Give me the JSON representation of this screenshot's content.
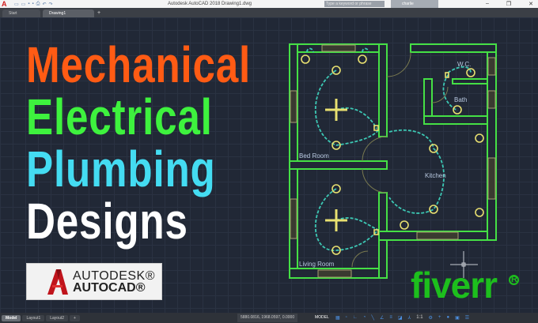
{
  "titlebar": {
    "app_logo": "A",
    "title": "Autodesk AutoCAD 2018   Drawing1.dwg",
    "search_placeholder": "Type a keyword or phrase",
    "user": "charlie",
    "minimize": "–",
    "restore": "❐",
    "close": "✕"
  },
  "tabs": [
    {
      "label": "Start"
    },
    {
      "label": "Drawing1"
    }
  ],
  "tab_add": "+",
  "headlines": [
    {
      "text": "Mechanical",
      "color": "#ff5b14"
    },
    {
      "text": "Electrical",
      "color": "#3ef23e"
    },
    {
      "text": "Plumbing",
      "color": "#44dcf2"
    },
    {
      "text": "Designs",
      "color": "#ffffff"
    }
  ],
  "brand": {
    "line1": "AUTODESK®",
    "line2": "AUTOCAD®"
  },
  "fiverr": {
    "text": "fiverr",
    "reg": "R"
  },
  "plan": {
    "rooms": [
      "Bed Room",
      "Living Room",
      "Kitchen",
      "W.C.",
      "Bath"
    ],
    "wall_color": "#45e045",
    "fixture_color": "#e8e070",
    "wire_color": "#3cc8b4"
  },
  "statusbar": {
    "layout_tabs": [
      "Model",
      "Layout1",
      "Layout2",
      "+"
    ],
    "coordinates": "5880.0816, 1968.0597, 0.0000",
    "mode": "MODEL",
    "scale": "1:1"
  }
}
